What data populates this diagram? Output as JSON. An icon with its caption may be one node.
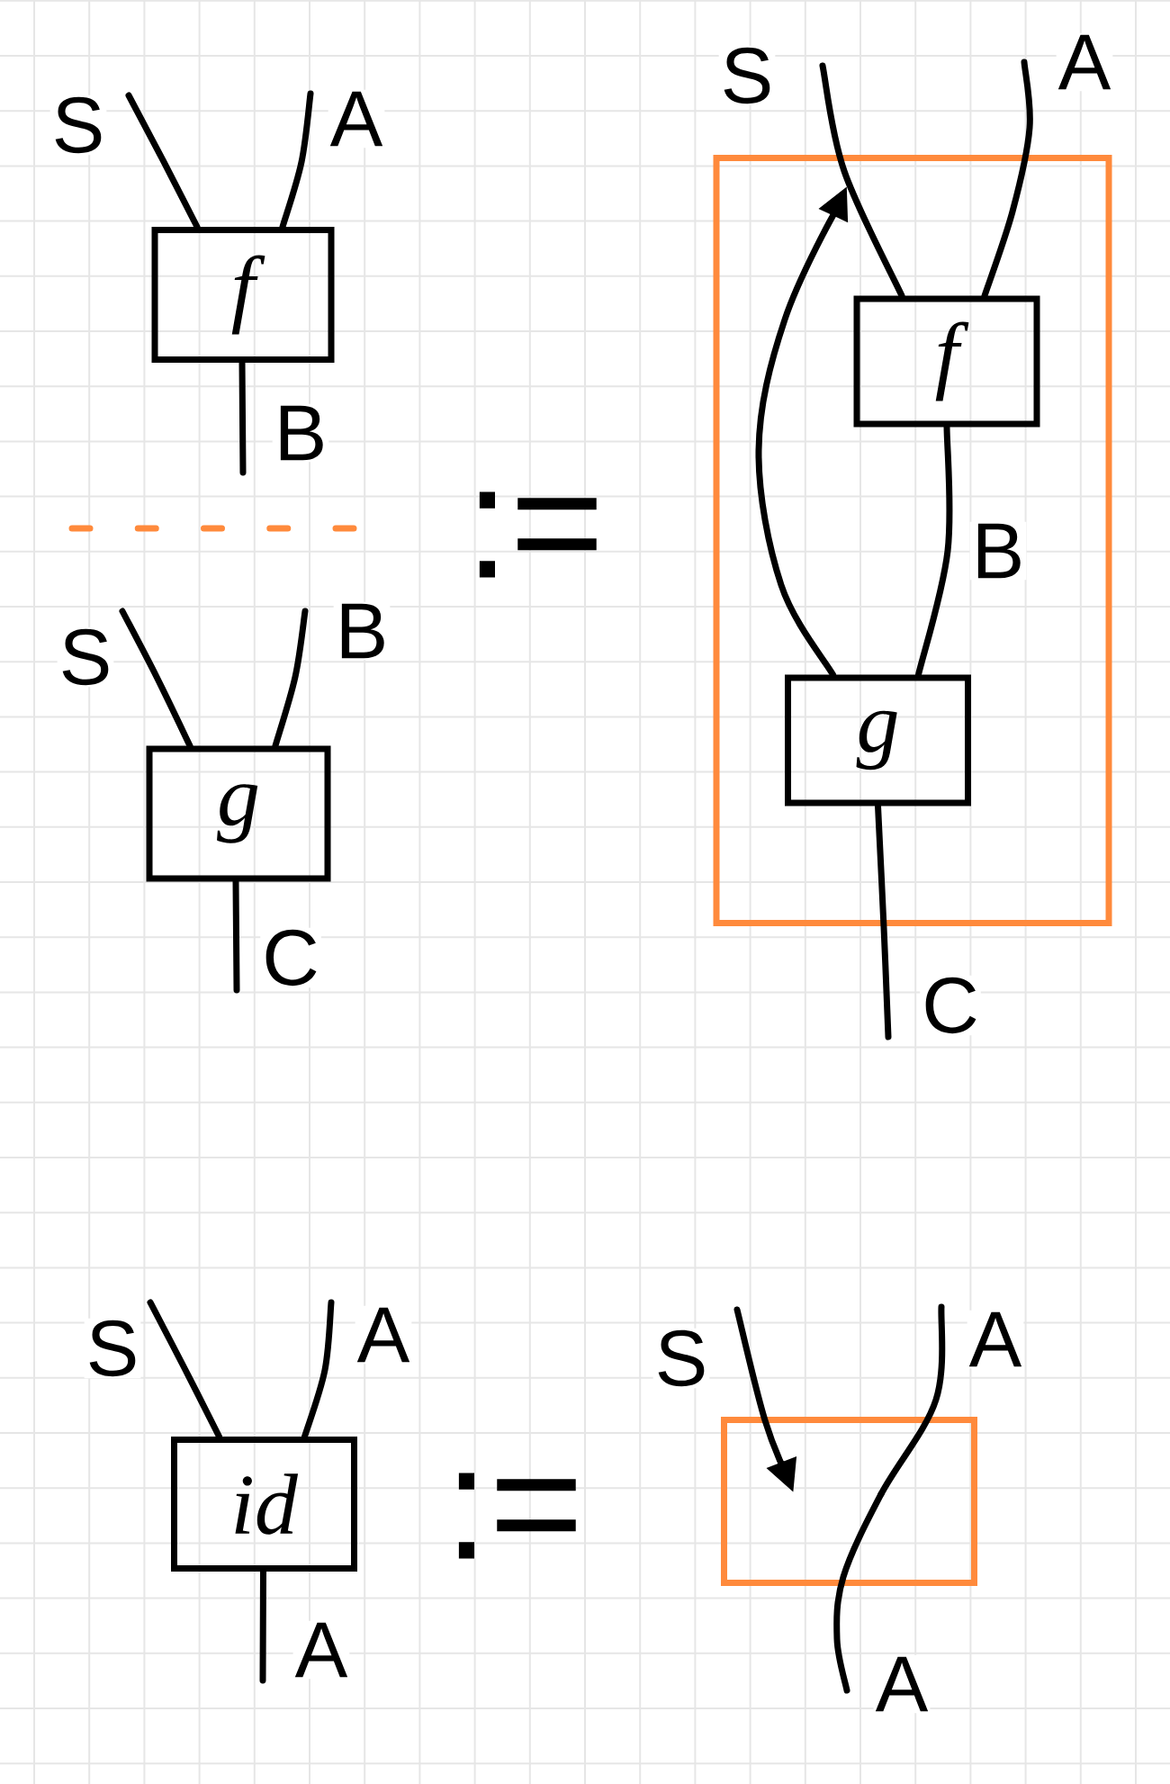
{
  "diagram": {
    "nodes": [
      {
        "text": [
          "f"
        ]
      },
      {
        "text": [
          "g"
        ]
      },
      {
        "text": [],
        "shape": "box"
      },
      {
        "text": [
          "f"
        ],
        "in": 2
      },
      {
        "text": [
          "g"
        ],
        "in": 2
      },
      {
        "text": [
          "id"
        ]
      },
      {
        "text": [],
        "shape": "box"
      }
    ],
    "edges": [
      {
        "from": null,
        "to": 0,
        "arrow": "none",
        "label": "S"
      },
      {
        "from": null,
        "to": 0,
        "arrow": "none",
        "label": "A"
      },
      {
        "from": 0,
        "to": null,
        "arrow": "none",
        "label": "B"
      },
      {
        "from": null,
        "to": 1,
        "arrow": "none",
        "label": "S"
      },
      {
        "from": null,
        "to": 1,
        "arrow": "none",
        "label": "B"
      },
      {
        "from": 1,
        "to": null,
        "arrow": "none",
        "label": "C"
      },
      {
        "from": null,
        "to": 3,
        "arrow": "none",
        "label": "S"
      },
      {
        "from": 4,
        "to": null,
        "arrow": "to"
      },
      {
        "from": null,
        "to": 3,
        "arrow": "none",
        "label": "A"
      },
      {
        "from": 3,
        "to": 4,
        "arrow": "none",
        "label": "B"
      },
      {
        "from": 4,
        "to": null,
        "arrow": "none",
        "label": "C"
      },
      {
        "from": null,
        "to": 5,
        "arrow": "none",
        "label": "S"
      },
      {
        "from": null,
        "to": 5,
        "arrow": "none",
        "label": "A"
      },
      {
        "from": 5,
        "to": null,
        "arrow": "none",
        "label": "A"
      },
      {
        "from": null,
        "to": 6,
        "arrow": "to",
        "label": "S"
      },
      {
        "from": null,
        "to": 6,
        "arrow": "none",
        "label": "A"
      },
      {
        "from": 6,
        "to": null,
        "arrow": "none",
        "label": "A"
      }
    ],
    "labels": [
      ":=",
      ":="
    ]
  }
}
